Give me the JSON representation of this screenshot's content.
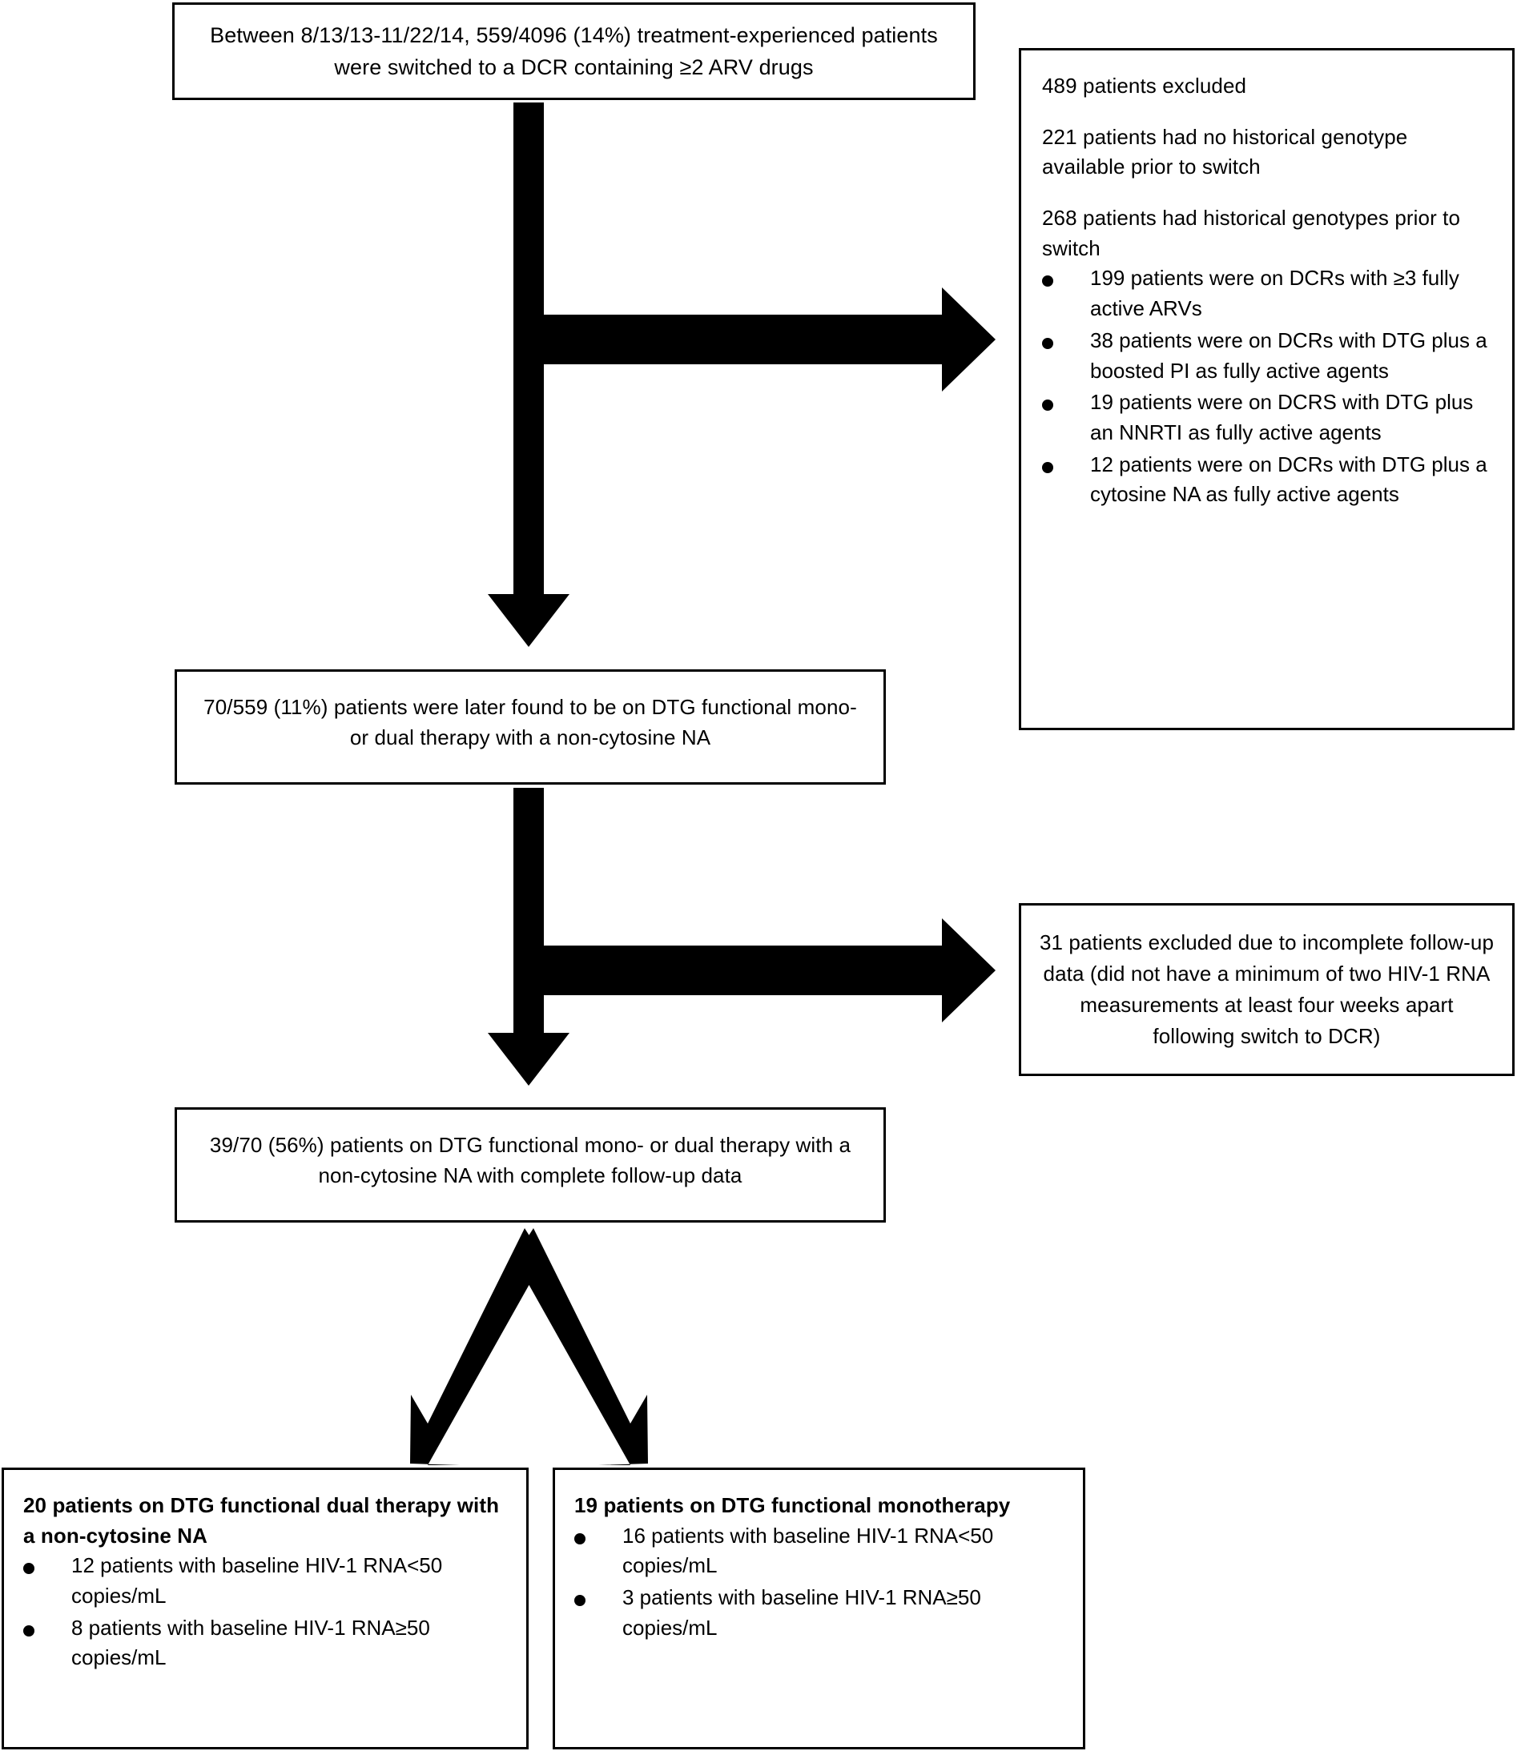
{
  "diagram": {
    "title": "Patient selection flow diagram",
    "accent_color": "#000000",
    "background_color": "#ffffff"
  },
  "boxes": {
    "enrolled": {
      "text": "Between 8/13/13-11/22/14, 559/4096 (14%) treatment-experienced patients were switched to a DCR containing ≥2 ARV drugs"
    },
    "excluded_489": {
      "line1": "489 patients excluded",
      "line2": "221 patients had no historical genotype available prior to switch",
      "line3": "268 patients had historical genotypes prior to switch",
      "bullets": [
        "199 patients were on DCRs with ≥3 fully active ARVs",
        "38 patients were on DCRs with DTG plus a boosted PI as fully active agents",
        "19 patients were on DCRS with DTG plus an NNRTI as fully active agents",
        "12 patients were on DCRs with DTG plus a cytosine NA as fully active agents"
      ]
    },
    "dtg_mono_dual": {
      "text": "70/559 (11%) patients were later found to be on DTG functional mono-or dual therapy with a non-cytosine NA"
    },
    "excluded_31": {
      "text": "31 patients excluded due to incomplete follow-up data (did not have a minimum of two HIV-1 RNA measurements at least four weeks apart following switch to DCR)"
    },
    "complete_followup": {
      "text": "39/70 (56%) patients on DTG functional mono- or dual therapy with a non-cytosine NA with complete follow-up data"
    },
    "dual_therapy": {
      "heading": "20 patients on DTG functional dual therapy with a non-cytosine NA",
      "bullets": [
        "12 patients with baseline HIV-1 RNA<50 copies/mL",
        "8 patients with baseline HIV-1 RNA≥50 copies/mL"
      ]
    },
    "monotherapy": {
      "heading": "19 patients on DTG functional monotherapy",
      "bullets": [
        "16 patients with baseline HIV-1 RNA<50 copies/mL",
        "3 patients with baseline HIV-1 RNA≥50 copies/mL"
      ]
    }
  },
  "arrows": [
    {
      "name": "arrow-enrolled-to-mono-dual",
      "direction": "down"
    },
    {
      "name": "arrow-enrolled-to-excluded-489",
      "direction": "right"
    },
    {
      "name": "arrow-mono-dual-to-complete-followup",
      "direction": "down"
    },
    {
      "name": "arrow-mono-dual-to-excluded-31",
      "direction": "right"
    },
    {
      "name": "arrow-complete-followup-to-dual-therapy",
      "direction": "down-left"
    },
    {
      "name": "arrow-complete-followup-to-monotherapy",
      "direction": "down-right"
    }
  ]
}
